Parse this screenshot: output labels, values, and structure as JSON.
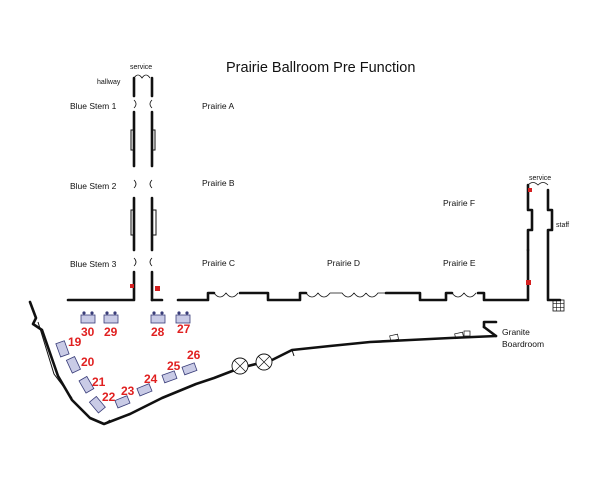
{
  "title": "Prairie Ballroom Pre Function",
  "rooms": {
    "prairie_a": "Prairie A",
    "prairie_b": "Prairie B",
    "prairie_c": "Prairie C",
    "prairie_d": "Prairie D",
    "prairie_e": "Prairie E",
    "prairie_f": "Prairie F",
    "blue_stem_1": "Blue Stem 1",
    "blue_stem_2": "Blue Stem 2",
    "blue_stem_3": "Blue Stem 3",
    "granite_line1": "Granite",
    "granite_line2": "Boardroom"
  },
  "small_labels": {
    "service_left": "service",
    "hallway": "hallway",
    "service_right": "service",
    "staff": "staff"
  },
  "booths": [
    "30",
    "29",
    "28",
    "27",
    "19",
    "20",
    "21",
    "22",
    "23",
    "24",
    "25",
    "26"
  ],
  "colors": {
    "booth_fill": "#c9cbe6",
    "booth_number": "#e02020",
    "marker": "#d42020",
    "wall": "#111111"
  }
}
